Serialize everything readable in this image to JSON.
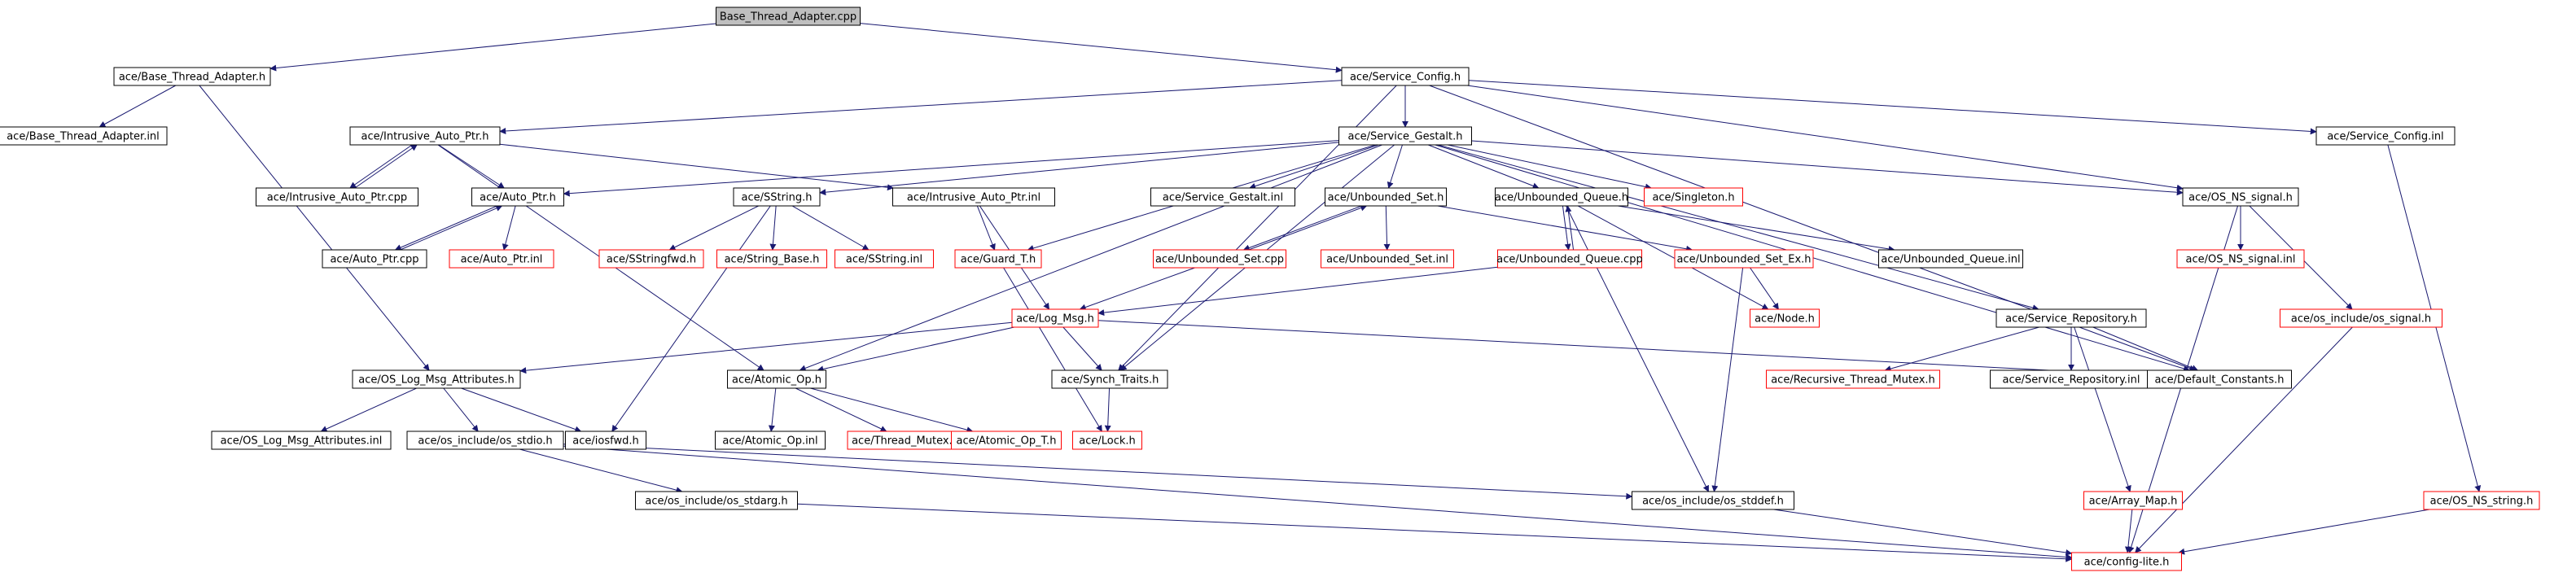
{
  "colors": {
    "edge": "#191970",
    "box_border": "#000000",
    "missing_border": "#ff0000",
    "root_fill": "#bfbfbf",
    "fill": "#ffffff",
    "text": "#000000"
  },
  "nodes": [
    {
      "id": "root",
      "label": "Base_Thread_Adapter.cpp",
      "style": "root"
    },
    {
      "id": "bta_h",
      "label": "ace/Base_Thread_Adapter.h",
      "style": "normal"
    },
    {
      "id": "svc_config_h",
      "label": "ace/Service_Config.h",
      "style": "normal"
    },
    {
      "id": "bta_inl",
      "label": "ace/Base_Thread_Adapter.inl",
      "style": "normal"
    },
    {
      "id": "iap_h",
      "label": "ace/Intrusive_Auto_Ptr.h",
      "style": "normal"
    },
    {
      "id": "svc_gestalt_h",
      "label": "ace/Service_Gestalt.h",
      "style": "normal"
    },
    {
      "id": "svc_config_inl",
      "label": "ace/Service_Config.inl",
      "style": "normal"
    },
    {
      "id": "iap_cpp",
      "label": "ace/Intrusive_Auto_Ptr.cpp",
      "style": "normal"
    },
    {
      "id": "auto_ptr_h",
      "label": "ace/Auto_Ptr.h",
      "style": "normal"
    },
    {
      "id": "sstring_h",
      "label": "ace/SString.h",
      "style": "normal"
    },
    {
      "id": "iap_inl",
      "label": "ace/Intrusive_Auto_Ptr.inl",
      "style": "normal"
    },
    {
      "id": "svc_gestalt_inl",
      "label": "ace/Service_Gestalt.inl",
      "style": "normal"
    },
    {
      "id": "ub_set_h",
      "label": "ace/Unbounded_Set.h",
      "style": "normal"
    },
    {
      "id": "ub_queue_h",
      "label": "ace/Unbounded_Queue.h",
      "style": "normal"
    },
    {
      "id": "singleton_h",
      "label": "ace/Singleton.h",
      "style": "missing"
    },
    {
      "id": "os_ns_signal_h",
      "label": "ace/OS_NS_signal.h",
      "style": "normal"
    },
    {
      "id": "auto_ptr_cpp",
      "label": "ace/Auto_Ptr.cpp",
      "style": "normal"
    },
    {
      "id": "auto_ptr_inl",
      "label": "ace/Auto_Ptr.inl",
      "style": "missing"
    },
    {
      "id": "sstringfwd_h",
      "label": "ace/SStringfwd.h",
      "style": "missing"
    },
    {
      "id": "string_base_h",
      "label": "ace/String_Base.h",
      "style": "missing"
    },
    {
      "id": "sstring_inl",
      "label": "ace/SString.inl",
      "style": "missing"
    },
    {
      "id": "guard_t_h",
      "label": "ace/Guard_T.h",
      "style": "missing"
    },
    {
      "id": "ub_set_cpp",
      "label": "ace/Unbounded_Set.cpp",
      "style": "missing"
    },
    {
      "id": "ub_set_inl",
      "label": "ace/Unbounded_Set.inl",
      "style": "missing"
    },
    {
      "id": "ub_queue_cpp",
      "label": "ace/Unbounded_Queue.cpp",
      "style": "missing"
    },
    {
      "id": "ub_set_ex_h",
      "label": "ace/Unbounded_Set_Ex.h",
      "style": "missing"
    },
    {
      "id": "ub_queue_inl",
      "label": "ace/Unbounded_Queue.inl",
      "style": "normal"
    },
    {
      "id": "os_ns_signal_inl",
      "label": "ace/OS_NS_signal.inl",
      "style": "missing"
    },
    {
      "id": "log_msg_h",
      "label": "ace/Log_Msg.h",
      "style": "missing"
    },
    {
      "id": "node_h",
      "label": "ace/Node.h",
      "style": "missing"
    },
    {
      "id": "svc_repo_h",
      "label": "ace/Service_Repository.h",
      "style": "normal"
    },
    {
      "id": "os_signal_h",
      "label": "ace/os_include/os_signal.h",
      "style": "missing"
    },
    {
      "id": "os_log_attr_h",
      "label": "ace/OS_Log_Msg_Attributes.h",
      "style": "normal"
    },
    {
      "id": "atomic_op_h",
      "label": "ace/Atomic_Op.h",
      "style": "normal"
    },
    {
      "id": "synch_traits_h",
      "label": "ace/Synch_Traits.h",
      "style": "normal"
    },
    {
      "id": "rtm_h",
      "label": "ace/Recursive_Thread_Mutex.h",
      "style": "missing"
    },
    {
      "id": "svc_repo_inl",
      "label": "ace/Service_Repository.inl",
      "style": "normal"
    },
    {
      "id": "default_const_h",
      "label": "ace/Default_Constants.h",
      "style": "normal"
    },
    {
      "id": "os_log_attr_inl",
      "label": "ace/OS_Log_Msg_Attributes.inl",
      "style": "normal"
    },
    {
      "id": "os_stdio_h",
      "label": "ace/os_include/os_stdio.h",
      "style": "normal"
    },
    {
      "id": "iosfwd_h",
      "label": "ace/iosfwd.h",
      "style": "normal"
    },
    {
      "id": "atomic_op_inl",
      "label": "ace/Atomic_Op.inl",
      "style": "normal"
    },
    {
      "id": "thread_mutex_h",
      "label": "ace/Thread_Mutex.h",
      "style": "missing"
    },
    {
      "id": "atomic_op_t_h",
      "label": "ace/Atomic_Op_T.h",
      "style": "missing"
    },
    {
      "id": "lock_h",
      "label": "ace/Lock.h",
      "style": "missing"
    },
    {
      "id": "array_map_h",
      "label": "ace/Array_Map.h",
      "style": "missing"
    },
    {
      "id": "os_ns_string_h",
      "label": "ace/OS_NS_string.h",
      "style": "missing"
    },
    {
      "id": "os_stdarg_h",
      "label": "ace/os_include/os_stdarg.h",
      "style": "normal"
    },
    {
      "id": "os_stddef_h",
      "label": "ace/os_include/os_stddef.h",
      "style": "normal"
    },
    {
      "id": "config_lite_h",
      "label": "ace/config-lite.h",
      "style": "missing"
    }
  ],
  "edges": [
    [
      "root",
      "bta_h"
    ],
    [
      "root",
      "svc_config_h"
    ],
    [
      "bta_h",
      "bta_inl"
    ],
    [
      "bta_h",
      "os_log_attr_h"
    ],
    [
      "svc_config_h",
      "iap_h"
    ],
    [
      "svc_config_h",
      "svc_gestalt_h"
    ],
    [
      "svc_config_h",
      "svc_config_inl"
    ],
    [
      "svc_config_h",
      "os_ns_signal_h"
    ],
    [
      "svc_config_h",
      "synch_traits_h"
    ],
    [
      "svc_config_h",
      "default_const_h"
    ],
    [
      "iap_h",
      "iap_cpp"
    ],
    [
      "iap_h",
      "auto_ptr_h"
    ],
    [
      "iap_h",
      "iap_inl"
    ],
    [
      "iap_h",
      "atomic_op_h"
    ],
    [
      "iap_cpp",
      "iap_h"
    ],
    [
      "auto_ptr_h",
      "auto_ptr_cpp"
    ],
    [
      "auto_ptr_h",
      "auto_ptr_inl"
    ],
    [
      "auto_ptr_cpp",
      "auto_ptr_h"
    ],
    [
      "iap_inl",
      "guard_t_h"
    ],
    [
      "iap_inl",
      "log_msg_h"
    ],
    [
      "svc_gestalt_h",
      "auto_ptr_h"
    ],
    [
      "svc_gestalt_h",
      "sstring_h"
    ],
    [
      "svc_gestalt_h",
      "svc_gestalt_inl"
    ],
    [
      "svc_gestalt_h",
      "ub_set_h"
    ],
    [
      "svc_gestalt_h",
      "ub_queue_h"
    ],
    [
      "svc_gestalt_h",
      "singleton_h"
    ],
    [
      "svc_gestalt_h",
      "os_ns_signal_h"
    ],
    [
      "svc_gestalt_h",
      "guard_t_h"
    ],
    [
      "svc_gestalt_h",
      "synch_traits_h"
    ],
    [
      "svc_gestalt_h",
      "svc_repo_h"
    ],
    [
      "svc_gestalt_h",
      "default_const_h"
    ],
    [
      "svc_gestalt_h",
      "atomic_op_h"
    ],
    [
      "sstring_h",
      "sstringfwd_h"
    ],
    [
      "sstring_h",
      "string_base_h"
    ],
    [
      "sstring_h",
      "sstring_inl"
    ],
    [
      "sstring_h",
      "iosfwd_h"
    ],
    [
      "ub_set_h",
      "ub_set_cpp"
    ],
    [
      "ub_set_h",
      "ub_set_inl"
    ],
    [
      "ub_set_h",
      "ub_set_ex_h"
    ],
    [
      "ub_set_cpp",
      "ub_set_h"
    ],
    [
      "ub_set_cpp",
      "log_msg_h"
    ],
    [
      "ub_queue_h",
      "ub_queue_cpp"
    ],
    [
      "ub_queue_h",
      "ub_queue_inl"
    ],
    [
      "ub_queue_h",
      "node_h"
    ],
    [
      "ub_queue_h",
      "os_stddef_h"
    ],
    [
      "ub_queue_cpp",
      "ub_queue_h"
    ],
    [
      "ub_queue_cpp",
      "log_msg_h"
    ],
    [
      "ub_set_ex_h",
      "node_h"
    ],
    [
      "ub_set_ex_h",
      "os_stddef_h"
    ],
    [
      "guard_t_h",
      "lock_h"
    ],
    [
      "log_msg_h",
      "os_log_attr_h"
    ],
    [
      "log_msg_h",
      "atomic_op_h"
    ],
    [
      "log_msg_h",
      "synch_traits_h"
    ],
    [
      "log_msg_h",
      "default_const_h"
    ],
    [
      "os_ns_signal_h",
      "os_ns_signal_inl"
    ],
    [
      "os_ns_signal_h",
      "os_signal_h"
    ],
    [
      "os_ns_signal_h",
      "config_lite_h"
    ],
    [
      "os_signal_h",
      "config_lite_h"
    ],
    [
      "svc_config_inl",
      "os_ns_string_h"
    ],
    [
      "os_ns_string_h",
      "config_lite_h"
    ],
    [
      "svc_repo_h",
      "rtm_h"
    ],
    [
      "svc_repo_h",
      "svc_repo_inl"
    ],
    [
      "svc_repo_h",
      "default_const_h"
    ],
    [
      "svc_repo_h",
      "array_map_h"
    ],
    [
      "array_map_h",
      "config_lite_h"
    ],
    [
      "os_log_attr_h",
      "os_log_attr_inl"
    ],
    [
      "os_log_attr_h",
      "os_stdio_h"
    ],
    [
      "os_log_attr_h",
      "iosfwd_h"
    ],
    [
      "os_stdio_h",
      "os_stdarg_h"
    ],
    [
      "os_stdio_h",
      "os_stddef_h"
    ],
    [
      "os_stdio_h",
      "config_lite_h"
    ],
    [
      "os_stdarg_h",
      "config_lite_h"
    ],
    [
      "os_stddef_h",
      "config_lite_h"
    ],
    [
      "atomic_op_h",
      "atomic_op_inl"
    ],
    [
      "atomic_op_h",
      "thread_mutex_h"
    ],
    [
      "atomic_op_h",
      "atomic_op_t_h"
    ],
    [
      "synch_traits_h",
      "lock_h"
    ]
  ]
}
